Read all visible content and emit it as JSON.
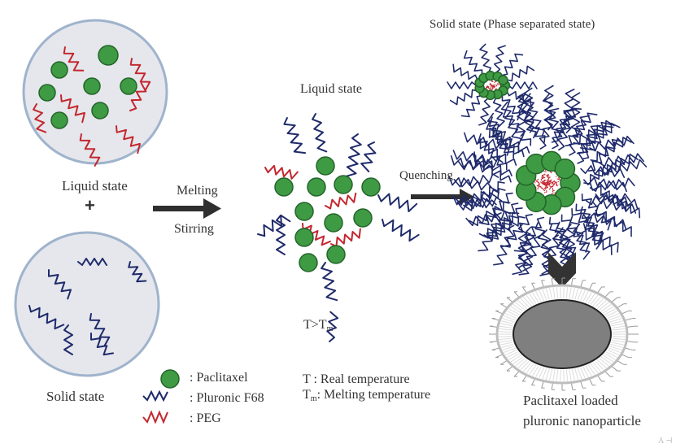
{
  "colors": {
    "paclitaxel": "#3f9a44",
    "paclitaxel_edge": "#23652a",
    "pluronic": "#1f2a6b",
    "peg": "#c4262e",
    "circle_fill": "#e5e7ec",
    "circle_edge": "#9fb3cc",
    "arrow": "#2f2f2f",
    "nanoparticle_core": "#7f7f7f",
    "nanoparticle_shell": "#bdbdbd"
  },
  "labels": {
    "liquid_state_left": "Liquid state",
    "plus": "+",
    "solid_state_left": "Solid state",
    "melting": "Melting",
    "stirring": "Stirring",
    "liquid_state_center": "Liquid state",
    "condition_T": "T>T",
    "condition_sub": "m",
    "quenching": "Quenching",
    "solid_state_phase": "Solid state (Phase separated state)",
    "nanoparticle_line1": "Paclitaxel loaded",
    "nanoparticle_line2": "pluronic nanoparticle",
    "corner_mark": "A ⊣"
  },
  "legend": {
    "items": [
      {
        "icon": "green-circle",
        "label": ": Paclitaxel"
      },
      {
        "icon": "blue-wave",
        "label": ": Pluronic F68"
      },
      {
        "icon": "red-wave",
        "label": ": PEG"
      }
    ],
    "temperature": {
      "t_symbol": "T",
      "t_desc": " : Real temperature",
      "tm_symbol": "T",
      "tm_sub": "m",
      "tm_desc": ": Melting temperature"
    }
  }
}
